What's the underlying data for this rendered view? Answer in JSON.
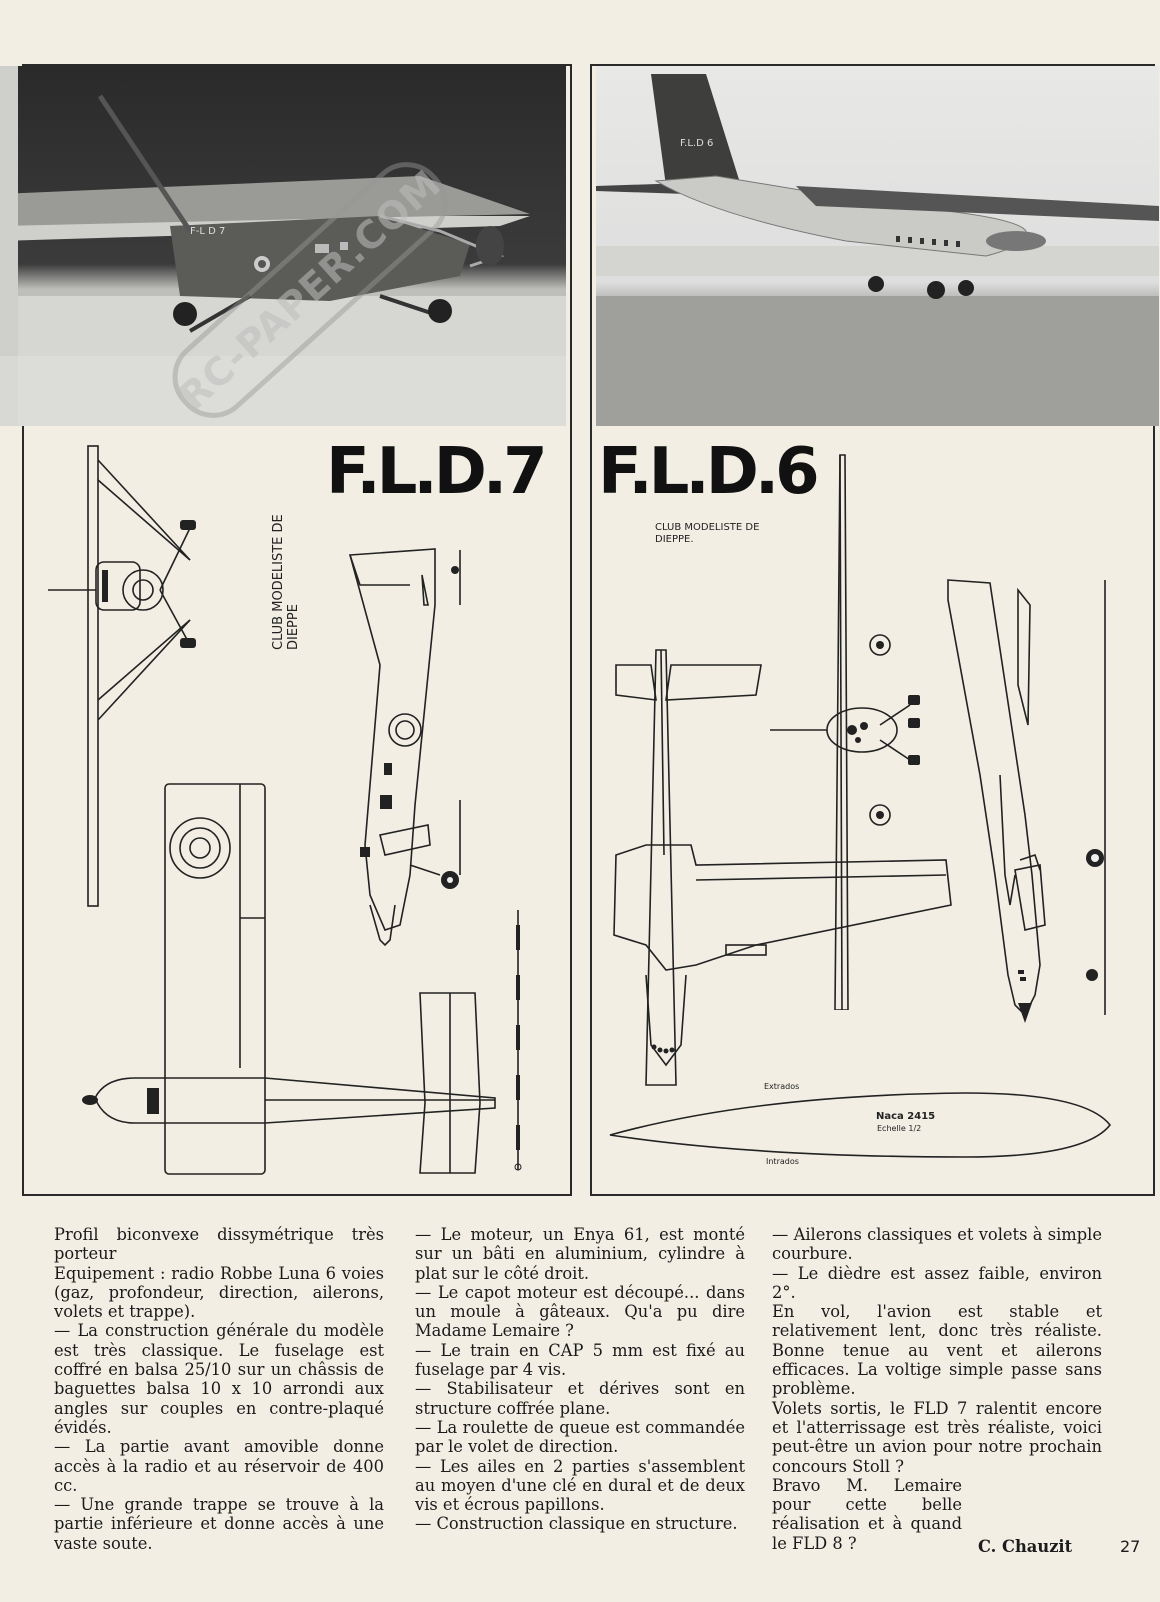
{
  "header": {
    "title_left": "F.L.D.7",
    "title_right": "F.L.D.6",
    "club_left": "CLUB MODELISTE DE DIEPPE",
    "club_right": "CLUB MODELISTE DE DIEPPE."
  },
  "photos": {
    "left_registration": "F-L D 7",
    "right_registration": "F.L.D 6"
  },
  "watermark": "RC-PAPER.COM",
  "airfoil": {
    "extrados": "Extrados",
    "intrados": "Intrados",
    "profile": "Naca 2415",
    "scale": "Echelle 1/2"
  },
  "columns": [
    [
      "Profil biconvexe dissymétrique très porteur",
      "Equipement : radio Robbe Luna 6 voies (gaz, profondeur, direction, ailerons, volets et trappe).",
      "— La construction générale du modèle est très classique. Le fuselage est coffré en balsa 25/10 sur un châssis de baguettes balsa 10 x 10 arrondi aux angles sur couples en contre-plaqué évidés.",
      "— La partie avant amovible donne accès à la radio et au réservoir de 400 cc.",
      "— Une grande trappe se trouve à la partie inférieure et donne accès à une vaste soute."
    ],
    [
      "— Le moteur, un Enya 61, est monté sur un bâti en aluminium, cylindre à plat sur le côté droit.",
      "— Le capot moteur est découpé... dans un moule à gâteaux. Qu'a pu dire Madame Lemaire ?",
      "— Le train en CAP 5 mm est fixé au fuselage par 4 vis.",
      "— Stabilisateur et dérives sont en structure coffrée plane.",
      "— La roulette de queue est commandée par le volet de direction.",
      "— Les ailes en 2 parties s'assemblent au moyen d'une clé en dural et de deux vis et écrous papillons.",
      "— Construction classique en structure."
    ],
    [
      "— Ailerons classiques et volets à simple courbure.",
      "— Le dièdre est assez faible, environ 2°.",
      "En vol, l'avion est stable et relativement lent, donc très réaliste. Bonne tenue au vent et ailerons efficaces. La voltige simple passe sans problème.",
      "Volets sortis, le FLD 7 ralentit encore et l'atterrissage est très réaliste, voici peut-être un avion pour notre prochain concours Stoll ?",
      "Bravo M. Lemaire pour cette belle réalisation et à quand le FLD 8 ?"
    ]
  ],
  "signature": "C. Chauzit",
  "page_number": "27"
}
